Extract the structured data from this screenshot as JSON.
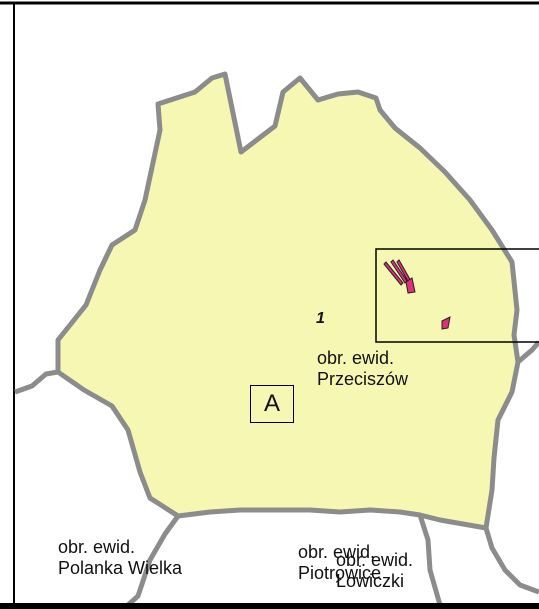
{
  "map": {
    "colors": {
      "precinct_fill": "#f6f7b2",
      "boundary": "#8c8c8c",
      "parcel": "#e0307a",
      "frame": "#000000",
      "background": "#ffffff"
    },
    "parcel_number": "1",
    "zone_label": "A",
    "precincts": {
      "przeciszow": {
        "line1": "obr. ewid.",
        "line2": "Przeciszów"
      },
      "polanka": {
        "line1": "obr. ewid.",
        "line2": "Polanka Wielka"
      },
      "piotrowice": {
        "line1": "obr. ewid.",
        "line2": "Piotrowice"
      },
      "lowiczki": {
        "line1": "obr. ewid.",
        "line2": "Łowiczki"
      }
    }
  }
}
